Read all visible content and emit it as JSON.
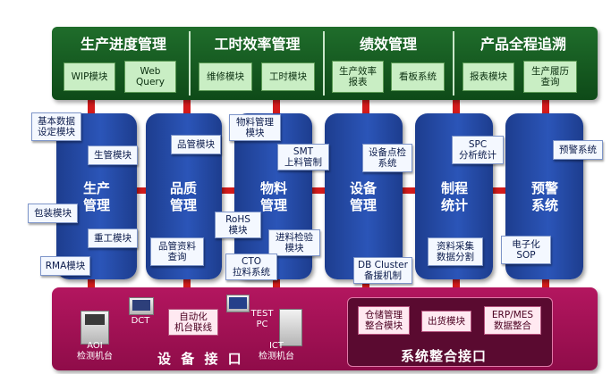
{
  "top_sections": [
    {
      "title": "生产进度管理",
      "boxes": [
        [
          "WIP模块"
        ],
        [
          "Web",
          "Query"
        ]
      ]
    },
    {
      "title": "工时效率管理",
      "boxes": [
        [
          "维修模块"
        ],
        [
          "工时模块"
        ]
      ]
    },
    {
      "title": "绩效管理",
      "boxes": [
        [
          "生产效率",
          "报表"
        ],
        [
          "看板系统"
        ]
      ]
    },
    {
      "title": "产品全程追溯",
      "boxes": [
        [
          "报表模块"
        ],
        [
          "生产履历",
          "查询"
        ]
      ]
    }
  ],
  "columns": [
    {
      "title": [
        "生产",
        "管理"
      ],
      "modules": [
        [
          "基本数据",
          "设定模块"
        ],
        [
          "生管模块"
        ],
        [
          "包装模块"
        ],
        [
          "重工模块"
        ],
        [
          "RMA模块"
        ]
      ]
    },
    {
      "title": [
        "品质",
        "管理"
      ],
      "modules": [
        [
          "品管模块"
        ],
        [
          "品管资料",
          "查询"
        ]
      ]
    },
    {
      "title": [
        "物料",
        "管理"
      ],
      "modules": [
        [
          "物料管理",
          "模块"
        ],
        [
          "SMT",
          "上料管制"
        ],
        [
          "RoHS",
          "模块"
        ],
        [
          "进料检验",
          "模块"
        ],
        [
          "CTO",
          "拉料系统"
        ]
      ]
    },
    {
      "title": [
        "设备",
        "管理"
      ],
      "modules": [
        [
          "设备点检",
          "系统"
        ],
        [
          "DB Cluster",
          "备援机制"
        ]
      ]
    },
    {
      "title": [
        "制程",
        "统计"
      ],
      "modules": [
        [
          "SPC",
          "分析统计"
        ],
        [
          "资料采集",
          "数据分割"
        ]
      ]
    },
    {
      "title": [
        "预警",
        "系统"
      ],
      "modules": [
        [
          "预警系统"
        ],
        [
          "电子化",
          "SOP"
        ]
      ]
    }
  ],
  "bottom": {
    "device_title": "设 备 接 口",
    "integration_title": "系统整合接口",
    "device_labels": {
      "dct": "DCT",
      "aoi": [
        "AOI",
        "检测机台"
      ],
      "auto": [
        "自动化",
        "机台联线"
      ],
      "test": [
        "TEST",
        "PC"
      ],
      "ict": [
        "ICT",
        "检测机台"
      ]
    },
    "integration_boxes": [
      [
        "仓储管理",
        "整合模块"
      ],
      [
        "出货模块"
      ],
      [
        "ERP/MES",
        "数据整合"
      ]
    ]
  },
  "colors": {
    "top_band": "#0e4a18",
    "column": "#2b55b8",
    "connector": "#d21b1b",
    "bottom_band": "#a31155"
  }
}
